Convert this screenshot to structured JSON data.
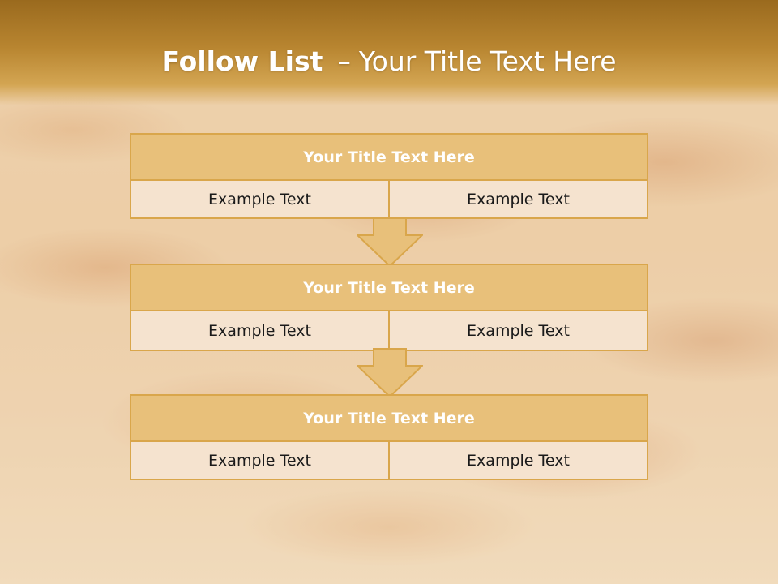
{
  "slide": {
    "title_bold": "Follow List",
    "title_sep": "–",
    "title_rest": "Your Title Text Here"
  },
  "blocks": [
    {
      "title": "Your Title Text Here",
      "left": "Example Text",
      "right": "Example Text"
    },
    {
      "title": "Your Title Text Here",
      "left": "Example Text",
      "right": "Example Text"
    },
    {
      "title": "Your Title Text Here",
      "left": "Example Text",
      "right": "Example Text"
    }
  ],
  "colors": {
    "header_band": "#b88530",
    "block_head": "#e8c07a",
    "block_cell": "#f5e3cf",
    "border": "#d9a64b",
    "arrow_fill": "#e8c07a"
  },
  "icons": [
    "down-arrow-icon",
    "down-arrow-icon"
  ]
}
